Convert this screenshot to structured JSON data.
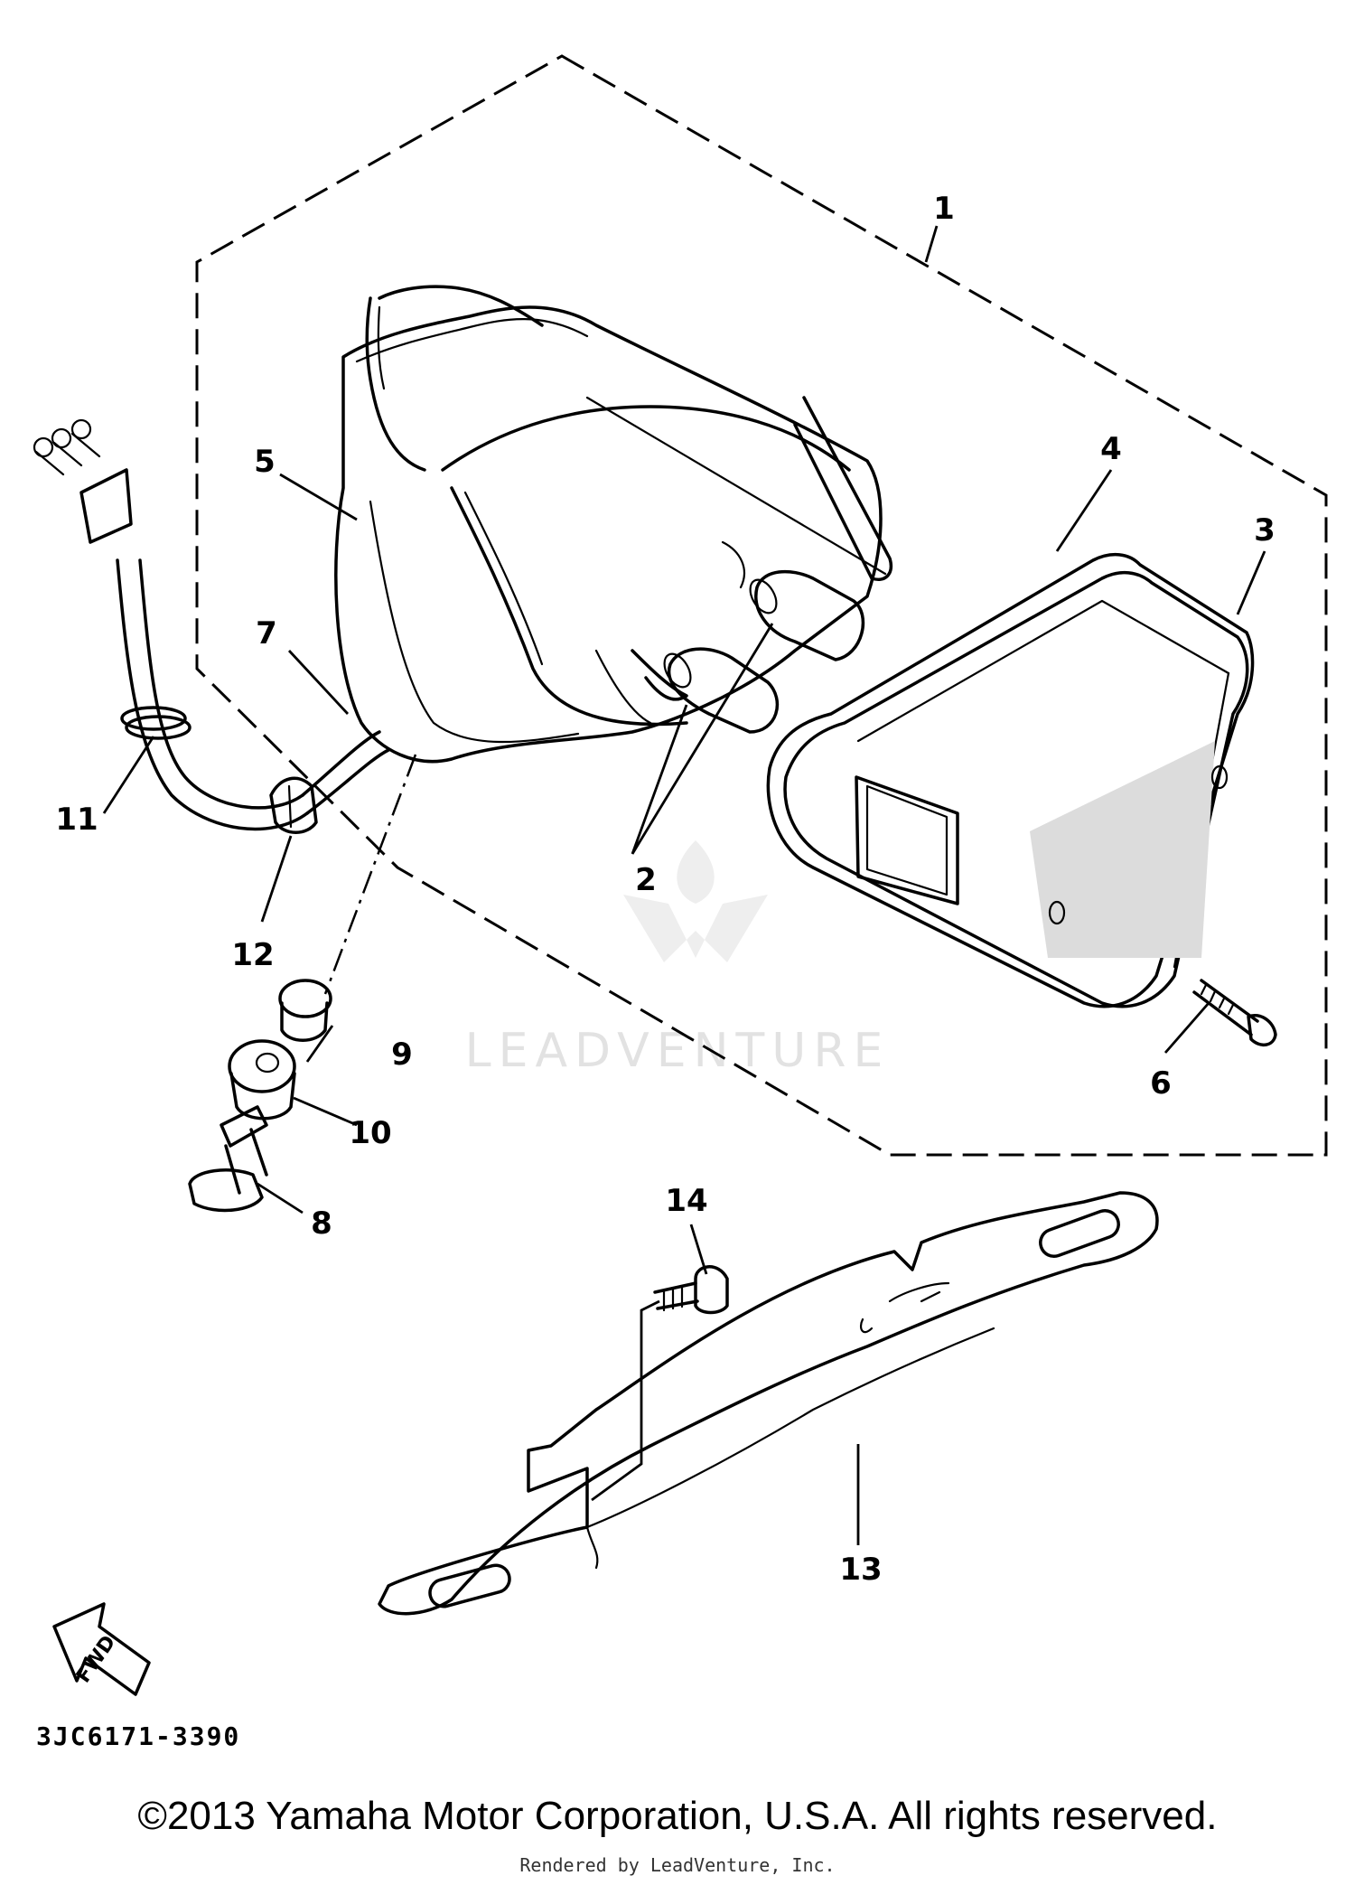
{
  "callouts": {
    "c1": "1",
    "c2": "2",
    "c3": "3",
    "c4": "4",
    "c5": "5",
    "c6": "6",
    "c7": "7",
    "c8": "8",
    "c9": "9",
    "c10": "10",
    "c11": "11",
    "c12": "12",
    "c13": "13",
    "c14": "14"
  },
  "watermark": {
    "text": "LEADVENTURE"
  },
  "fwd_label": "FWD",
  "diagram_code": "3JC6171-3390",
  "copyright": "©2013 Yamaha Motor Corporation, U.S.A. All rights reserved.",
  "rendered_by": "Rendered by LeadVenture, Inc."
}
